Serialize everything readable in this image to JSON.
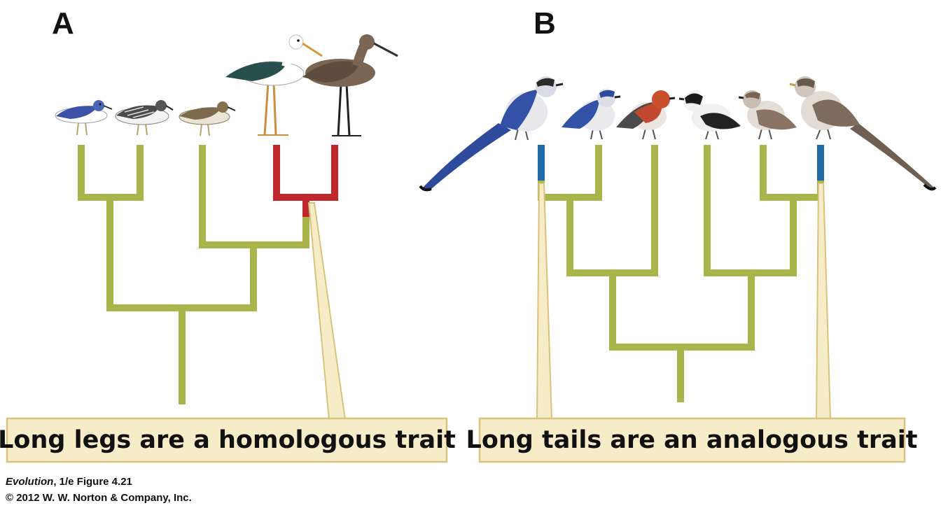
{
  "panels": [
    {
      "letter": "A",
      "caption": "Long legs are a homologous trait"
    },
    {
      "letter": "B",
      "caption": "Long tails are an analogous trait"
    }
  ],
  "credit": {
    "book_title": "Evolution",
    "edition_figure": ", 1/e  Figure 4.21",
    "copyright": "© 2012 W. W. Norton & Company, Inc."
  },
  "colors": {
    "branch": "#a9b54a",
    "homologous_trait": "#c0282d",
    "analogous_trait": "#1f6aa5",
    "callout_fill": "#f7ecc8",
    "callout_stroke": "#d9c27c"
  },
  "birds": {
    "A": [
      "blue-sandpiper",
      "striped-sandpiper",
      "brown-sandpiper",
      "white-stilt",
      "brown-godwit"
    ],
    "B": [
      "long-tailed-blue-bird",
      "blue-bird",
      "red-bird",
      "black-capped-bird",
      "brown-sparrow",
      "long-tailed-brown-bird"
    ]
  }
}
